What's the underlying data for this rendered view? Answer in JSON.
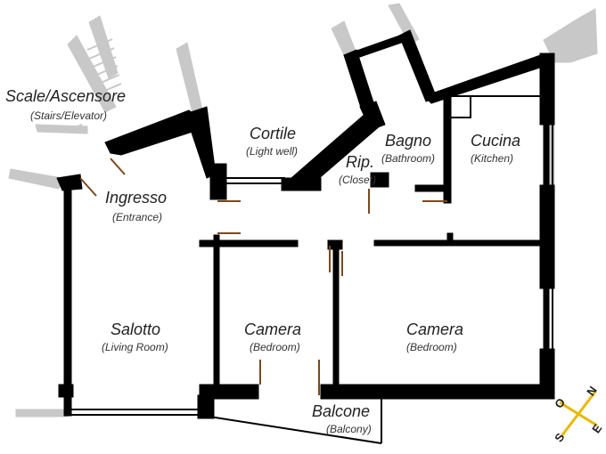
{
  "rooms": {
    "scale": {
      "name": "Scale/Ascensore",
      "sub": "(Stairs/Elevator)"
    },
    "ingresso": {
      "name": "Ingresso",
      "sub": "(Entrance)"
    },
    "cortile": {
      "name": "Cortile",
      "sub": "(Light well)"
    },
    "bagno": {
      "name": "Bagno",
      "sub": "(Bathroom)"
    },
    "cucina": {
      "name": "Cucina",
      "sub": "(Kitchen)"
    },
    "ripostiglio": {
      "name": "Rip.",
      "sub": "(Closet)"
    },
    "salotto": {
      "name": "Salotto",
      "sub": "(Living Room)"
    },
    "camera1": {
      "name": "Camera",
      "sub": "(Bedroom)"
    },
    "camera2": {
      "name": "Camera",
      "sub": "(Bedroom)"
    },
    "balcone": {
      "name": "Balcone",
      "sub": "(Balcony)"
    }
  },
  "compass": {
    "n": "N",
    "e": "E",
    "s": "S",
    "o": "O",
    "color": "#e8b800"
  },
  "colors": {
    "wall": "#000000",
    "neighbor": "#c8c8c8",
    "door": "#7a4a1e"
  }
}
